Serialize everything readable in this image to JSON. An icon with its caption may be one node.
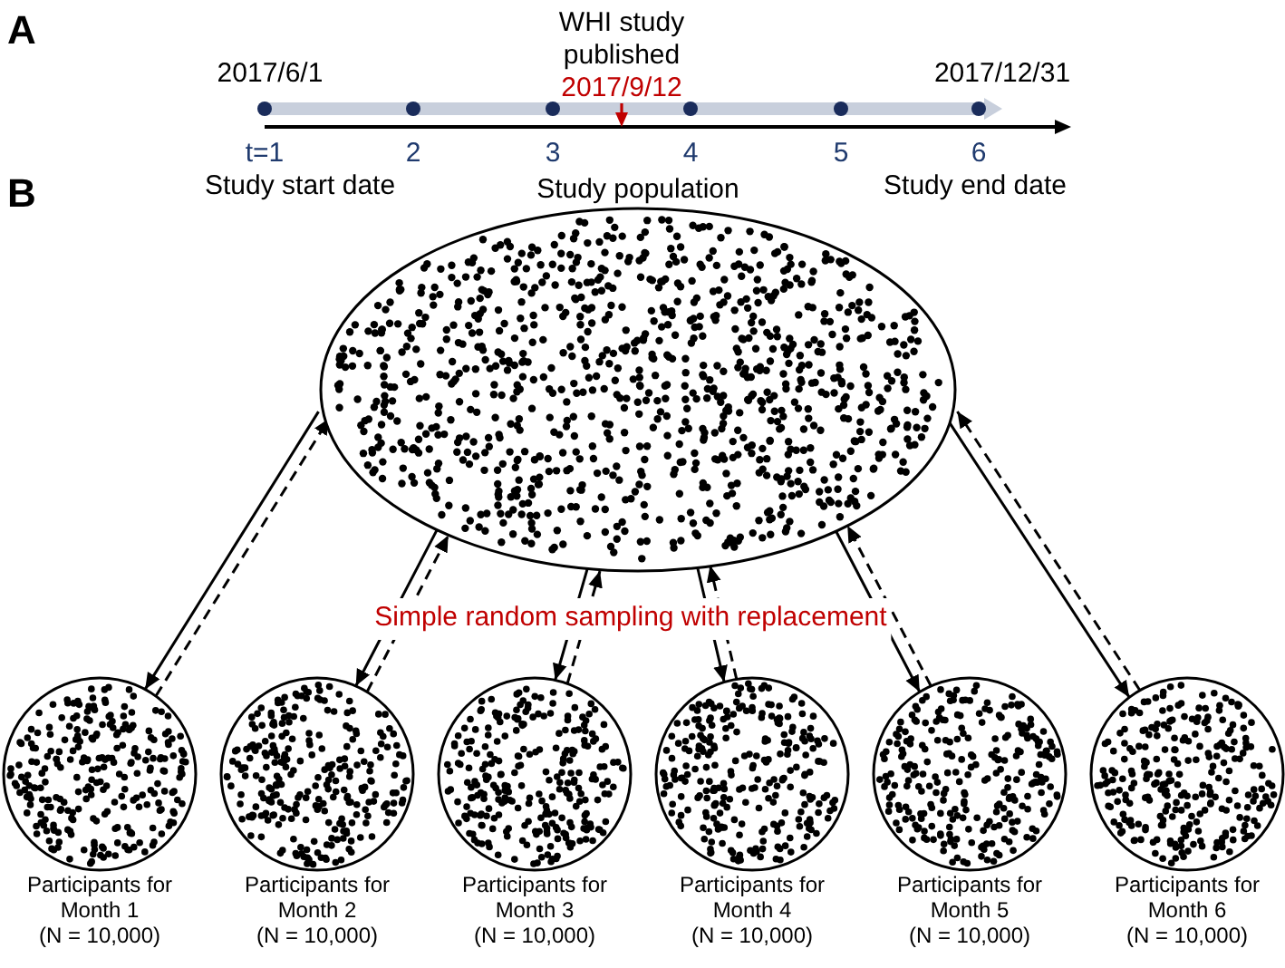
{
  "diagram": {
    "nodes": [
      {
        "text": [
          "Study population"
        ]
      },
      {
        "text": [
          "Participants for Month 1",
          "(N = 10,000)"
        ]
      },
      {
        "text": [
          "Participants for Month 2",
          "(N = 10,000)"
        ]
      },
      {
        "text": [
          "Participants for Month 3",
          "(N = 10,000)"
        ]
      },
      {
        "text": [
          "Participants for Month 4",
          "(N = 10,000)"
        ]
      },
      {
        "text": [
          "Participants for Month 5",
          "(N = 10,000)"
        ]
      },
      {
        "text": [
          "Participants for Month 6",
          "(N = 10,000)"
        ]
      }
    ],
    "edges": [
      {
        "from": 0,
        "to": 1,
        "arrow": "to"
      },
      {
        "from": 1,
        "to": 0,
        "arrow": "to",
        "style": "dashed"
      },
      {
        "from": 0,
        "to": 2,
        "arrow": "to"
      },
      {
        "from": 2,
        "to": 0,
        "arrow": "to",
        "style": "dashed"
      },
      {
        "from": 0,
        "to": 3,
        "arrow": "to"
      },
      {
        "from": 3,
        "to": 0,
        "arrow": "to",
        "style": "dashed"
      },
      {
        "from": 0,
        "to": 4,
        "arrow": "to"
      },
      {
        "from": 4,
        "to": 0,
        "arrow": "to",
        "style": "dashed"
      },
      {
        "from": 0,
        "to": 5,
        "arrow": "to"
      },
      {
        "from": 5,
        "to": 0,
        "arrow": "to",
        "style": "dashed"
      },
      {
        "from": 0,
        "to": 6,
        "arrow": "to"
      },
      {
        "from": 6,
        "to": 0,
        "arrow": "to",
        "style": "dashed"
      }
    ],
    "labels": [
      "A",
      "WHI study published",
      "2017/6/1",
      "2017/9/12",
      "2017/12/31",
      "t=1",
      "2",
      "3",
      "4",
      "5",
      "6",
      "B",
      "Study start date",
      "Study end date",
      "Simple random sampling with replacement"
    ]
  }
}
